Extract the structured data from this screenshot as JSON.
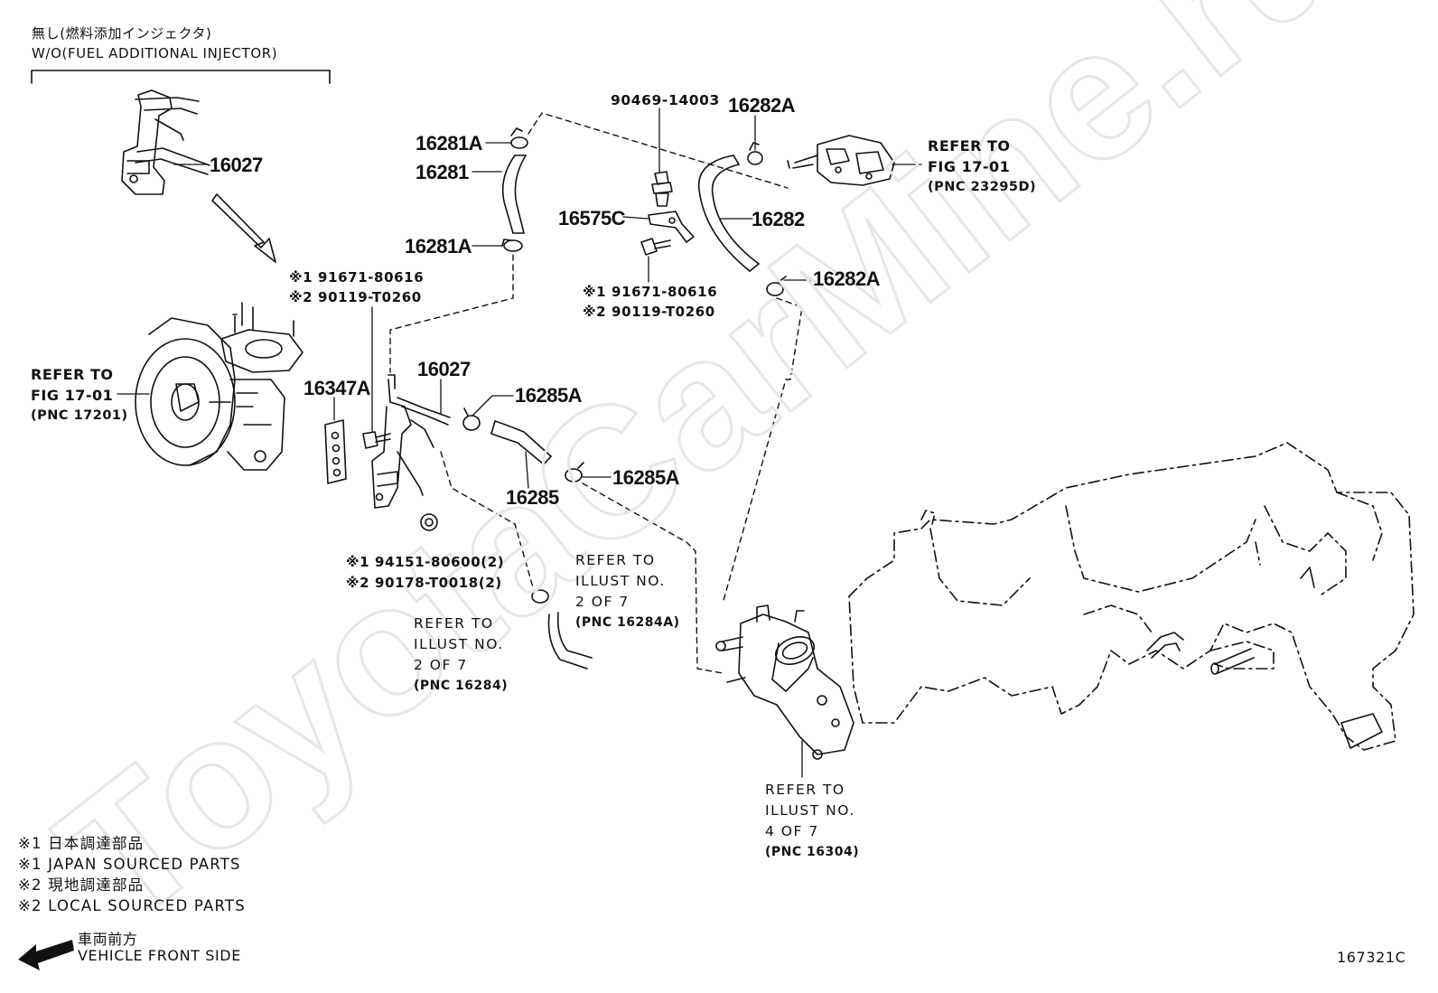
{
  "header": {
    "jp_title": "無し(燃料添加インジェクタ)",
    "en_title": "W/O(FUEL ADDITIONAL INJECTOR)"
  },
  "parts": {
    "p16027_top": "16027",
    "p16281A_top": "16281A",
    "p16281": "16281",
    "p16281A_mid": "16281A",
    "p90469": "90469-14003",
    "p16282A_top": "16282A",
    "p16575C": "16575C",
    "p16282": "16282",
    "p16282A_right": "16282A",
    "p16027_mid": "16027",
    "p16347A": "16347A",
    "p16285A_top": "16285A",
    "p16285A_bot": "16285A",
    "p16285": "16285"
  },
  "bolts": {
    "left_1": "※1 91671-80616",
    "left_2": "※2 90119-T0260",
    "right_1": "※1 91671-80616",
    "right_2": "※2 90119-T0260",
    "nut_1": "※1 94151-80600(2)",
    "nut_2": "※2 90178-T0018(2)"
  },
  "refs": {
    "fig_left": [
      "REFER TO",
      "FIG 17-01",
      "(PNC 17201)"
    ],
    "fig_right": [
      "REFER TO",
      "FIG 17-01",
      "(PNC 23295D)"
    ],
    "illust_16284A": [
      "REFER TO",
      "ILLUST NO.",
      "2 OF 7",
      "(PNC 16284A)"
    ],
    "illust_16284": [
      "REFER TO",
      "ILLUST NO.",
      "2 OF 7",
      "(PNC 16284)"
    ],
    "illust_16304": [
      "REFER TO",
      "ILLUST NO.",
      "4 OF 7",
      "(PNC 16304)"
    ]
  },
  "legend": {
    "l1": "※1 日本調達部品",
    "l2": "※1 JAPAN SOURCED PARTS",
    "l3": "※2 現地調達部品",
    "l4": "※2 LOCAL SOURCED PARTS",
    "front_jp": "車両前方",
    "front_en": "VEHICLE FRONT SIDE"
  },
  "footer": {
    "code": "167321C"
  },
  "watermark": {
    "text": "ToyotaCarMine.ru"
  }
}
